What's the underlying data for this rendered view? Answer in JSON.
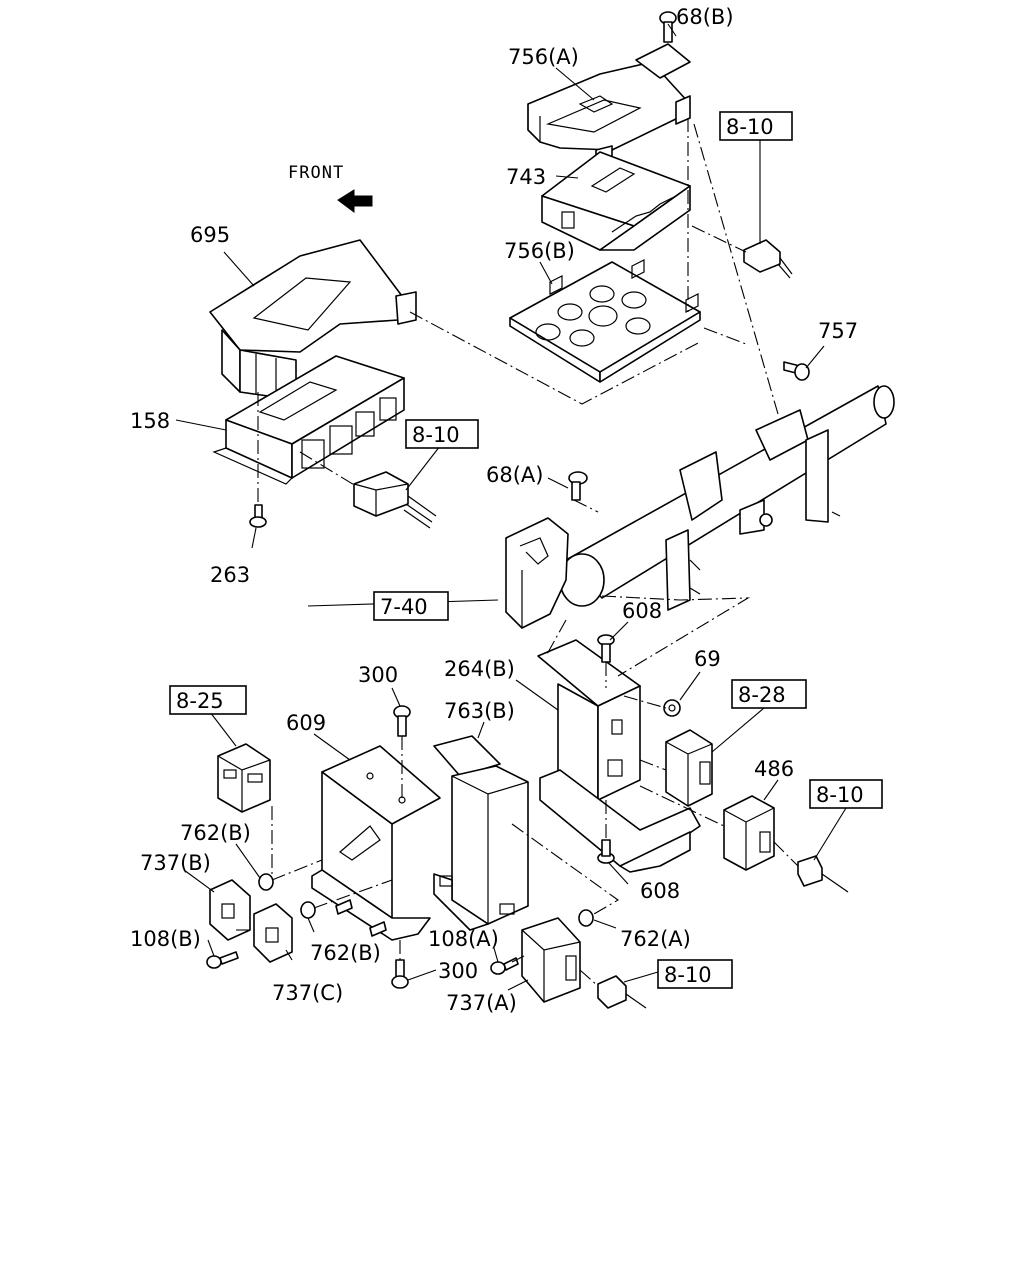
{
  "diagram": {
    "orientation_label": "FRONT",
    "callouts": {
      "c68b": "68(B)",
      "c756a": "756(A)",
      "c743": "743",
      "c756b": "756(B)",
      "c695": "695",
      "c757": "757",
      "c158": "158",
      "c68a": "68(A)",
      "c263": "263",
      "c608top": "608",
      "c69": "69",
      "c264b": "264(B)",
      "c300top": "300",
      "c609": "609",
      "c763b": "763(B)",
      "c486": "486",
      "c762b1": "762(B)",
      "c737b": "737(B)",
      "c108b": "108(B)",
      "c762b2": "762(B)",
      "c737c": "737(C)",
      "c300bot": "300",
      "c108a": "108(A)",
      "c762a": "762(A)",
      "c737a": "737(A)",
      "c608bot": "608"
    },
    "references": {
      "r810a": "8-10",
      "r810b": "8-10",
      "r740": "7-40",
      "r825": "8-25",
      "r828": "8-28",
      "r810c": "8-10",
      "r810d": "8-10"
    }
  }
}
